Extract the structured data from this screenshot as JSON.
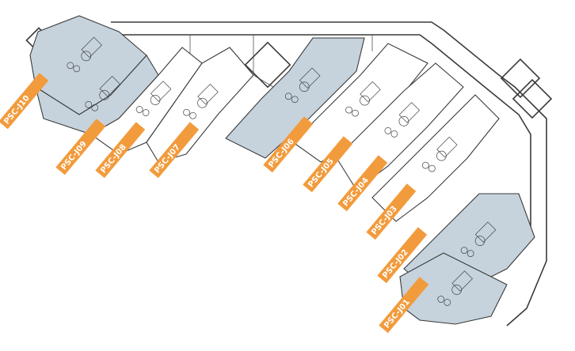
{
  "colors": {
    "highlight_unit": "#c6d3dd",
    "plain_unit": "#ffffff",
    "wall": "#3a3a3a",
    "tag": "#f29b3c",
    "tag_text": "#ffffff"
  },
  "units": [
    {
      "id": "PSC-J10",
      "label": "PSC-J10",
      "highlighted": true
    },
    {
      "id": "PSC-J09",
      "label": "PSC-J09",
      "highlighted": true
    },
    {
      "id": "PSC-J08",
      "label": "PSC-J08",
      "highlighted": false
    },
    {
      "id": "PSC-J07",
      "label": "PSC-J07",
      "highlighted": false
    },
    {
      "id": "PSC-J06",
      "label": "PSC-J06",
      "highlighted": true
    },
    {
      "id": "PSC-J05",
      "label": "PSC-J05",
      "highlighted": false
    },
    {
      "id": "PSC-J04",
      "label": "PSC-J04",
      "highlighted": false
    },
    {
      "id": "PSC-J03",
      "label": "PSC-J03",
      "highlighted": false
    },
    {
      "id": "PSC-J02",
      "label": "PSC-J02",
      "highlighted": true
    },
    {
      "id": "PSC-J01",
      "label": "PSC-J01",
      "highlighted": true
    }
  ]
}
